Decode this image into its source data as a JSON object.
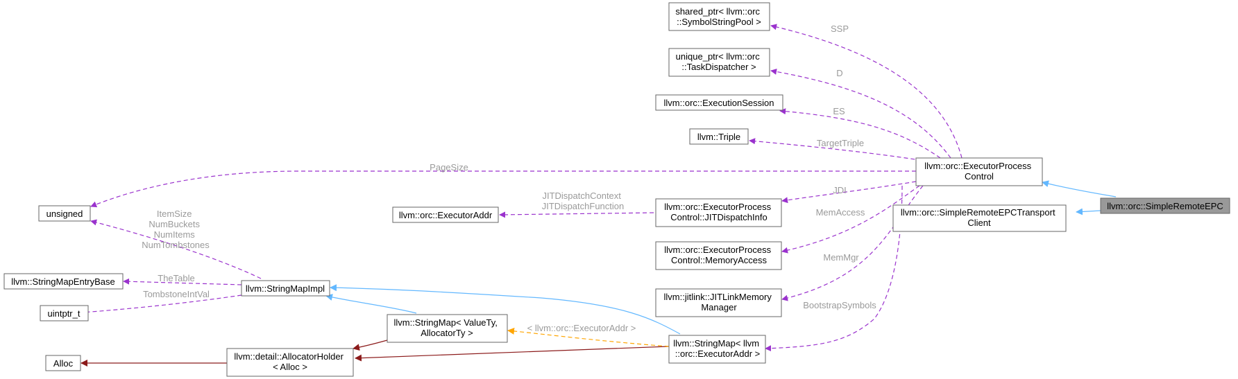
{
  "diagram": {
    "colors": {
      "member": "#9a32cd",
      "inherit": "#63b8ff",
      "private": "#8b1a1a",
      "template": "#ffa500"
    },
    "nodes": {
      "simple_remote_epc": [
        "llvm::orc::SimpleRemoteEPC"
      ],
      "executor_process_control": [
        "llvm::orc::ExecutorProcess",
        "Control"
      ],
      "transport_client": [
        "llvm::orc::SimpleRemoteEPCTransport",
        "Client"
      ],
      "shared_ptr_ssp": [
        "shared_ptr< llvm::orc",
        "::SymbolStringPool >"
      ],
      "unique_ptr_td": [
        "unique_ptr< llvm::orc",
        "::TaskDispatcher >"
      ],
      "execution_session": [
        "llvm::orc::ExecutionSession"
      ],
      "triple": [
        "llvm::Triple"
      ],
      "jit_dispatch_info": [
        "llvm::orc::ExecutorProcess",
        "Control::JITDispatchInfo"
      ],
      "memory_access": [
        "llvm::orc::ExecutorProcess",
        "Control::MemoryAccess"
      ],
      "jitlink_memory_manager": [
        "llvm::jitlink::JITLinkMemory",
        "Manager"
      ],
      "stringmap_executor_addr": [
        "llvm::StringMap< llvm",
        "::orc::ExecutorAddr >"
      ],
      "executor_addr": [
        "llvm::orc::ExecutorAddr"
      ],
      "unsigned": [
        "unsigned"
      ],
      "string_map_entry_base": [
        "llvm::StringMapEntryBase"
      ],
      "uintptr_t": [
        "uintptr_t"
      ],
      "string_map_impl": [
        "llvm::StringMapImpl"
      ],
      "string_map_template": [
        "llvm::StringMap< ValueTy,",
        "AllocatorTy >"
      ],
      "allocator_holder": [
        "llvm::detail::AllocatorHolder",
        "< Alloc >"
      ],
      "alloc": [
        "Alloc"
      ]
    },
    "edges": {
      "ssp": [
        "SSP"
      ],
      "d": [
        "D"
      ],
      "es": [
        "ES"
      ],
      "target_triple": [
        "TargetTriple"
      ],
      "page_size": [
        "PageSize"
      ],
      "jdi": [
        "JDI"
      ],
      "mem_access": [
        "MemAccess"
      ],
      "mem_mgr": [
        "MemMgr"
      ],
      "bootstrap_symbols": [
        "BootstrapSymbols"
      ],
      "jit_dispatch": [
        "JITDispatchContext",
        "JITDispatchFunction"
      ],
      "stringmapimpl_unsigned": [
        "ItemSize",
        "NumBuckets",
        "NumItems",
        "NumTombstones"
      ],
      "the_table": [
        "TheTable"
      ],
      "tombstone_int_val": [
        "TombstoneIntVal"
      ],
      "template_arg": [
        "< llvm::orc::ExecutorAddr >"
      ]
    }
  }
}
